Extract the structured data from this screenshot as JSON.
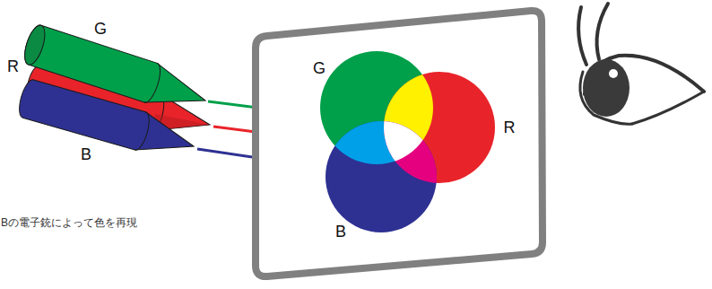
{
  "diagram": {
    "labels": [
      "G",
      "R",
      "B",
      "G",
      "R",
      "B",
      "Bの電子銃によって色を再現"
    ]
  }
}
